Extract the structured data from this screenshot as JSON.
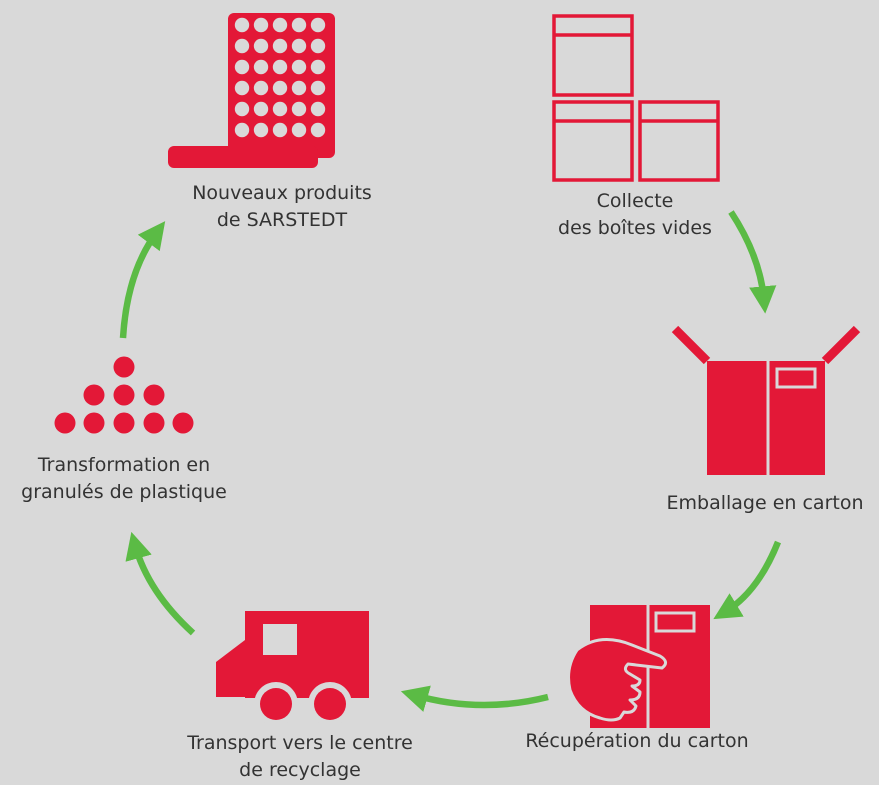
{
  "colors": {
    "background": "#d9d9d9",
    "icon_red": "#e31837",
    "arrow_green": "#5bbb45",
    "text": "#333333"
  },
  "steps": [
    {
      "icon": "microplate-icon",
      "label_lines": [
        "Nouveaux produits",
        "de SARSTEDT"
      ]
    },
    {
      "icon": "empty-boxes-icon",
      "label_lines": [
        "Collecte",
        "des boîtes vides"
      ]
    },
    {
      "icon": "open-carton-icon",
      "label_lines": [
        "Emballage en carton"
      ]
    },
    {
      "icon": "hand-carton-icon",
      "label_lines": [
        "Récupération du carton"
      ]
    },
    {
      "icon": "truck-icon",
      "label_lines": [
        "Transport vers le centre",
        "de recyclage"
      ]
    },
    {
      "icon": "plastic-pellets-icon",
      "label_lines": [
        "Transformation en",
        "granulés de plastique"
      ]
    }
  ],
  "flow": [
    {
      "from": "Collecte des boîtes vides",
      "to": "Emballage en carton"
    },
    {
      "from": "Emballage en carton",
      "to": "Récupération du carton"
    },
    {
      "from": "Récupération du carton",
      "to": "Transport vers le centre de recyclage"
    },
    {
      "from": "Transport vers le centre de recyclage",
      "to": "Transformation en granulés de plastique"
    },
    {
      "from": "Transformation en granulés de plastique",
      "to": "Nouveaux produits de SARSTEDT"
    }
  ]
}
